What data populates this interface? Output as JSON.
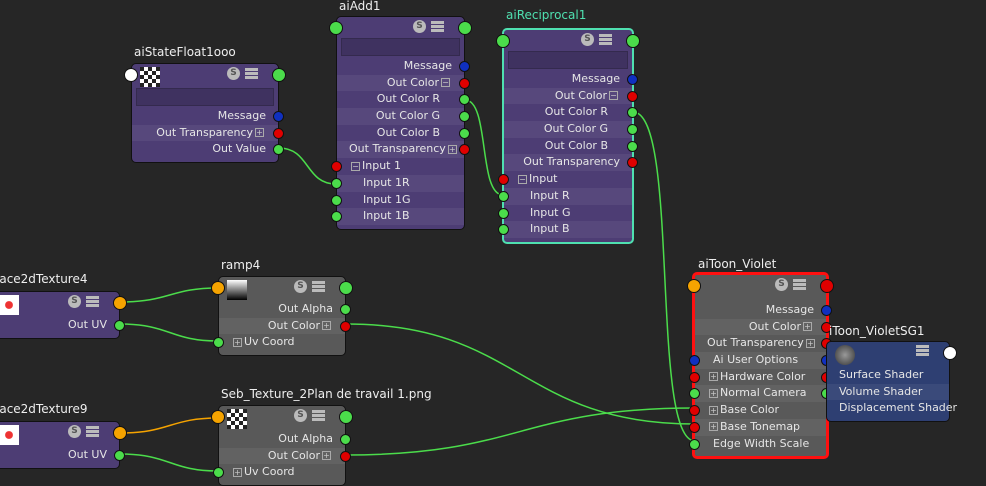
{
  "colors": {
    "green": "#4bdc4b",
    "red": "#e00000",
    "blue": "#1030c0",
    "orange": "#f5a300",
    "white": "#ffffff"
  },
  "nodes": [
    {
      "id": "aiStateFloat1ooo",
      "title": "aiStateFloat1ooo",
      "icon": "state-float-icon",
      "rows": [
        {
          "label": "Message",
          "side": "out",
          "rp": "blue"
        },
        {
          "label": "Out Transparency",
          "side": "out",
          "rp": "red",
          "exp": "+"
        },
        {
          "label": "Out Value",
          "side": "out",
          "rp": "green"
        }
      ]
    },
    {
      "id": "aiAdd1",
      "title": "aiAdd1",
      "rows": [
        {
          "label": "Message",
          "side": "out",
          "rp": "blue"
        },
        {
          "label": "Out Color",
          "side": "out",
          "rp": "red",
          "exp": "-"
        },
        {
          "label": "Out Color R",
          "side": "out",
          "rp": "green",
          "sub": true
        },
        {
          "label": "Out Color G",
          "side": "out",
          "rp": "green",
          "sub": true
        },
        {
          "label": "Out Color B",
          "side": "out",
          "rp": "green",
          "sub": true
        },
        {
          "label": "Out Transparency",
          "side": "out",
          "rp": "red",
          "exp": "+"
        },
        {
          "label": "Input 1",
          "side": "in",
          "lp": "red",
          "exp": "-"
        },
        {
          "label": "Input 1R",
          "side": "in",
          "lp": "green",
          "sub": true
        },
        {
          "label": "Input 1G",
          "side": "in",
          "lp": "green",
          "sub": true
        },
        {
          "label": "Input 1B",
          "side": "in",
          "lp": "green",
          "sub": true
        }
      ]
    },
    {
      "id": "aiReciprocal1",
      "title": "aiReciprocal1",
      "rows": [
        {
          "label": "Message",
          "side": "out",
          "rp": "blue"
        },
        {
          "label": "Out Color",
          "side": "out",
          "rp": "red",
          "exp": "-"
        },
        {
          "label": "Out Color R",
          "side": "out",
          "rp": "green",
          "sub": true
        },
        {
          "label": "Out Color G",
          "side": "out",
          "rp": "green",
          "sub": true
        },
        {
          "label": "Out Color B",
          "side": "out",
          "rp": "green",
          "sub": true
        },
        {
          "label": "Out Transparency",
          "side": "out",
          "rp": "red"
        },
        {
          "label": "Input",
          "side": "in",
          "lp": "red",
          "exp": "-"
        },
        {
          "label": "Input R",
          "side": "in",
          "lp": "green",
          "sub": true
        },
        {
          "label": "Input G",
          "side": "in",
          "lp": "green",
          "sub": true
        },
        {
          "label": "Input B",
          "side": "in",
          "lp": "green",
          "sub": true
        }
      ]
    },
    {
      "id": "place2dTexture4",
      "title": "lace2dTexture4",
      "icon": "place2d-icon",
      "rows": [
        {
          "label": "Out UV",
          "side": "out",
          "rp": "green"
        }
      ]
    },
    {
      "id": "ramp4",
      "title": "ramp4",
      "icon": "ramp-icon",
      "rows": [
        {
          "label": "Out Alpha",
          "side": "out",
          "rp": "green"
        },
        {
          "label": "Out Color",
          "side": "out",
          "rp": "red",
          "exp": "+"
        },
        {
          "label": "Uv Coord",
          "side": "in",
          "lp": "green",
          "exp": "+"
        }
      ]
    },
    {
      "id": "place2dTexture9",
      "title": "lace2dTexture9",
      "icon": "place2d-icon",
      "rows": [
        {
          "label": "Out UV",
          "side": "out",
          "rp": "green"
        }
      ]
    },
    {
      "id": "seb",
      "title": "Seb_Texture_2Plan de travail 1.png",
      "icon": "file-texture-icon",
      "rows": [
        {
          "label": "Out Alpha",
          "side": "out",
          "rp": "green"
        },
        {
          "label": "Out Color",
          "side": "out",
          "rp": "red",
          "exp": "+"
        },
        {
          "label": "Uv Coord",
          "side": "in",
          "lp": "green",
          "exp": "+"
        }
      ]
    },
    {
      "id": "aiToon_Violet",
      "title": "aiToon_Violet",
      "rows": [
        {
          "label": "Message",
          "side": "out",
          "rp": "blue"
        },
        {
          "label": "Out Color",
          "side": "out",
          "rp": "red",
          "exp": "+"
        },
        {
          "label": "Out Transparency",
          "side": "out",
          "rp": "red",
          "exp": "+"
        },
        {
          "label": "Ai User Options",
          "side": "in",
          "lp": "blue",
          "rp": "blue",
          "indent": true
        },
        {
          "label": "Hardware Color",
          "side": "in",
          "lp": "red",
          "rp": "red",
          "exp": "+"
        },
        {
          "label": "Normal Camera",
          "side": "in",
          "lp": "green",
          "rp": "green",
          "exp": "+"
        },
        {
          "label": "Base Color",
          "side": "in",
          "lp": "red",
          "exp": "+"
        },
        {
          "label": "Base Tonemap",
          "side": "in",
          "lp": "red",
          "exp": "+"
        },
        {
          "label": "Edge Width Scale",
          "side": "in",
          "lp": "green",
          "indent": true
        }
      ]
    },
    {
      "id": "aiToon_VioletSG1",
      "title": "iToon_VioletSG1",
      "icon": "shading-group-icon",
      "rows": [
        {
          "label": "Surface Shader",
          "side": "in"
        },
        {
          "label": "Volume Shader",
          "side": "in"
        },
        {
          "label": "Displacement Shader",
          "side": "in"
        }
      ]
    }
  ]
}
